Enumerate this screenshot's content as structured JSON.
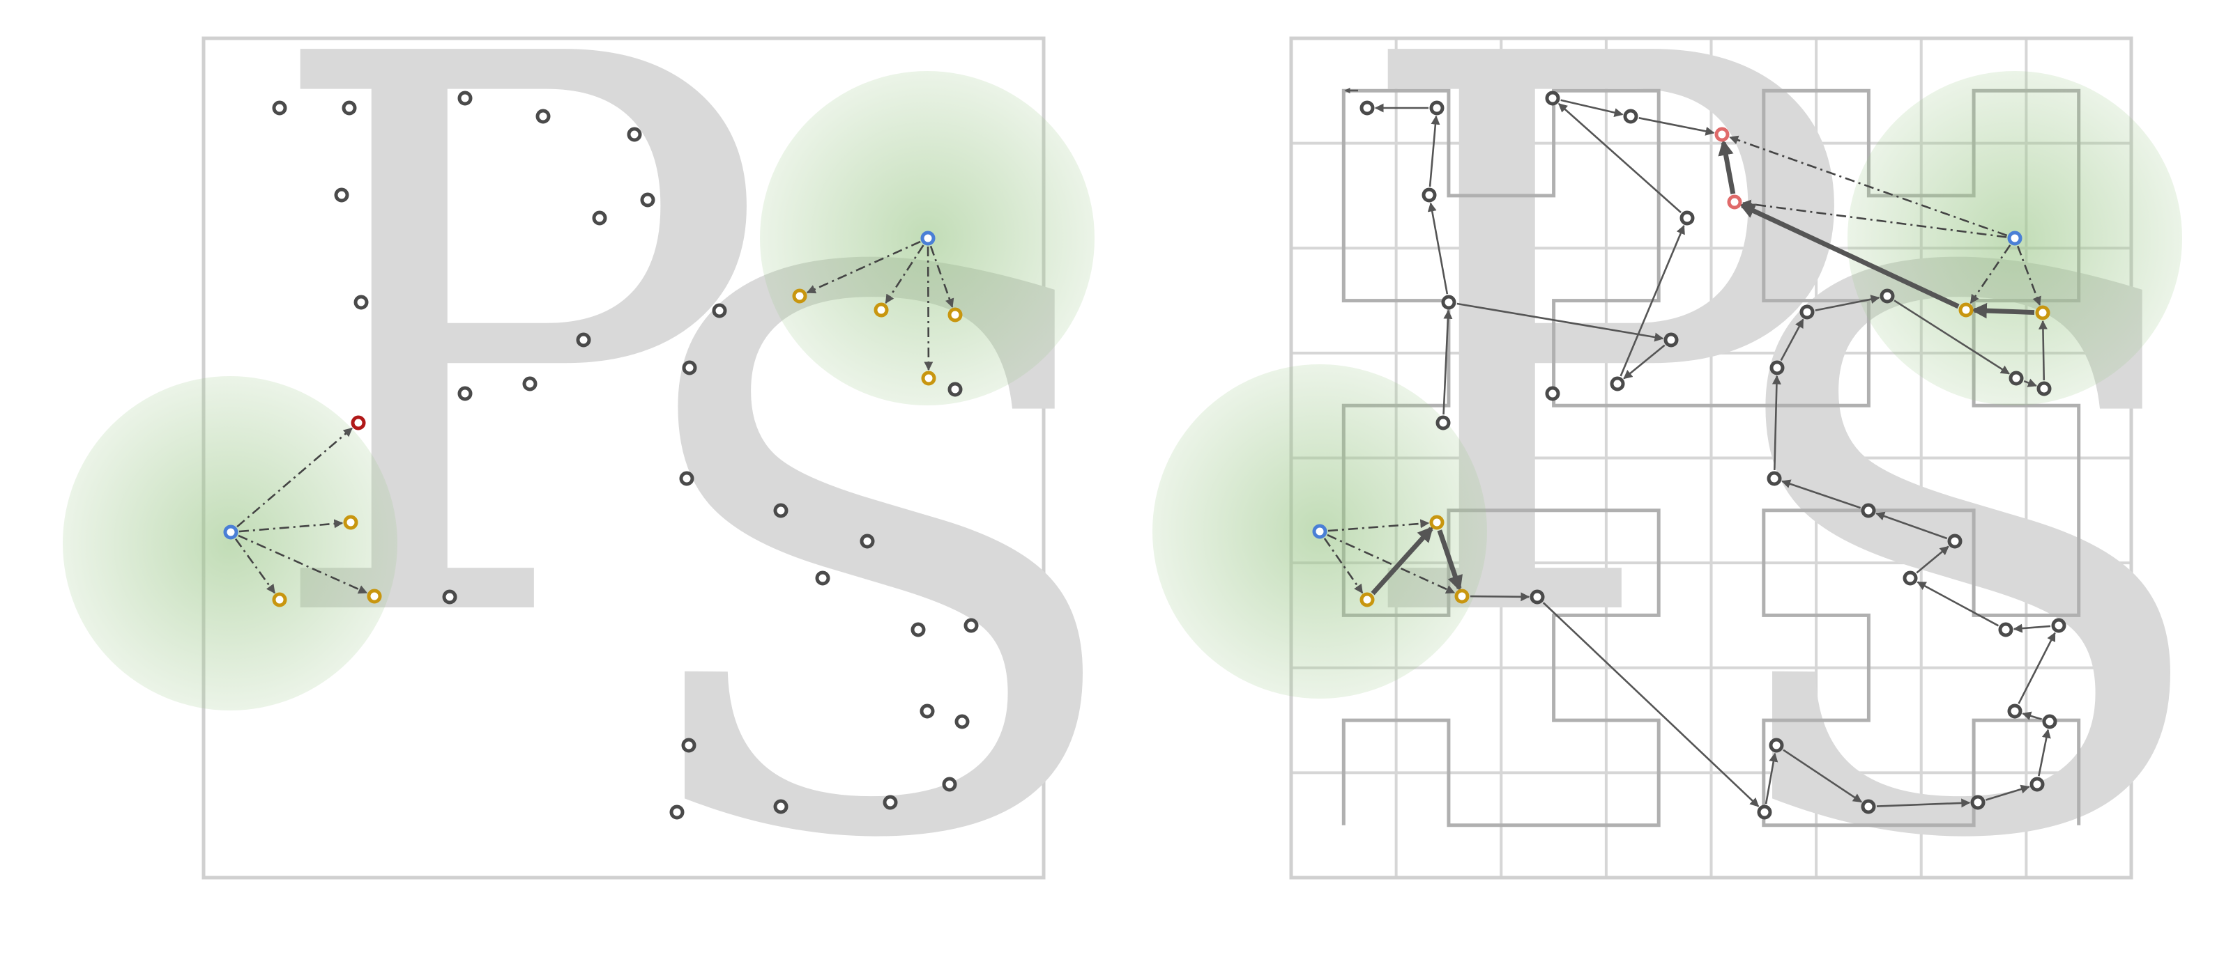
{
  "colors": {
    "background": "#ffffff",
    "frame": "#d0d0d0",
    "glyph": "#d9d9d9",
    "grid": "#d6d6d6",
    "hilbert_curve": "#b0b0b0",
    "point_default": "#4a4a4a",
    "point_query": "#4a7fd6",
    "point_neighbor": "#c8960f",
    "point_target": "#b01818",
    "point_candidate": "#e06a6a",
    "radius_fill": "#9cc78a",
    "edge": "#555555"
  },
  "left_panel": {
    "glyphs": [
      "P",
      "S"
    ],
    "icons": {
      "query_point": "blue-ring-point",
      "neighbor_point": "gold-ring-point",
      "target_point": "red-ring-point",
      "data_point": "dark-ring-point",
      "search_radius": "green-gradient-disc"
    }
  },
  "right_panel": {
    "glyphs": [
      "P",
      "S"
    ],
    "grid": {
      "columns": 8,
      "rows": 8
    },
    "curve": "hilbert-curve",
    "icons": {
      "query_point": "blue-ring-point",
      "neighbor_point": "gold-ring-point",
      "candidate_point": "salmon-ring-point",
      "data_point": "dark-ring-point",
      "search_radius": "green-gradient-disc",
      "traversal_arrow": "arrow-icon"
    }
  }
}
